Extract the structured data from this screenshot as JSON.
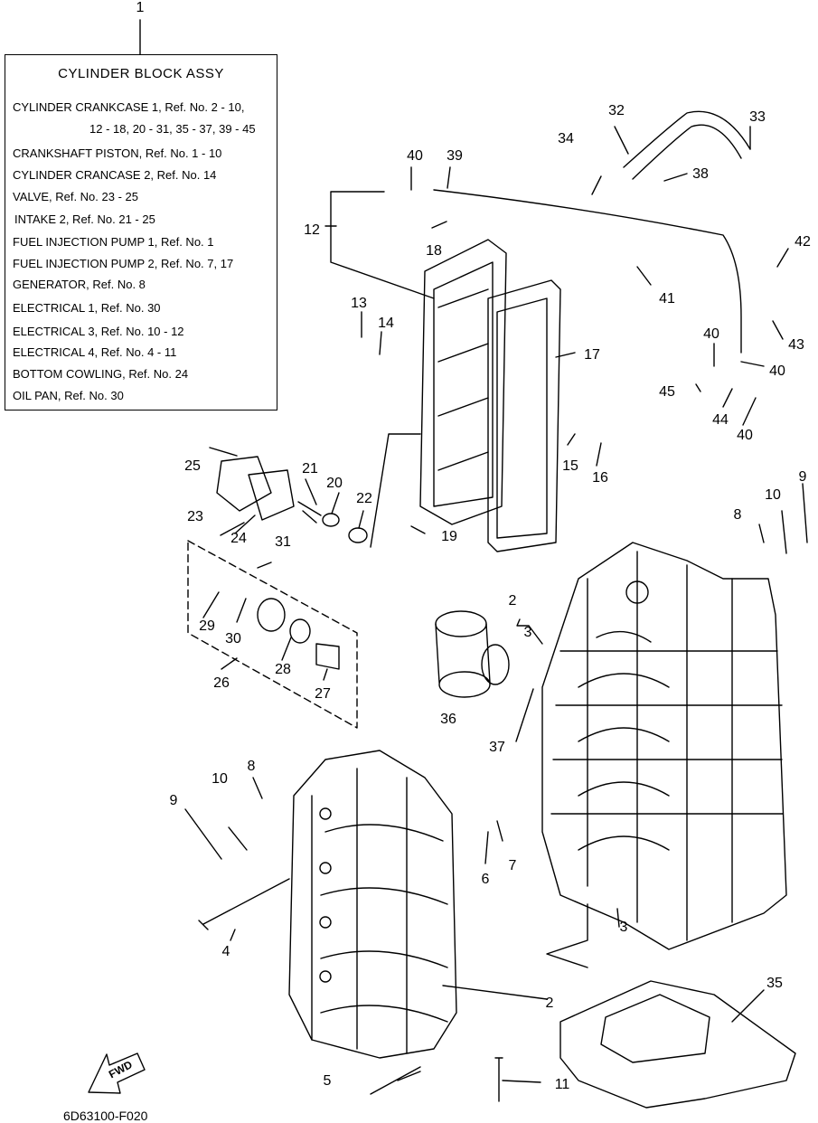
{
  "assembly_number": "1",
  "legend": {
    "title": "CYLINDER  BLOCK ASSY",
    "lines": [
      "CYLINDER CRANKCASE 1,  Ref. No. 2 - 10,",
      "12 - 18, 20 - 31, 35 - 37, 39 - 45",
      "CRANKSHAFT PISTON,   Ref. No. 1 - 10",
      "CYLINDER CRANCASE 2,   Ref. No. 14",
      "VALVE,   Ref. No. 23 - 25",
      "INTAKE 2,   Ref. No. 21 - 25",
      "FUEL INJECTION PUMP  1,   Ref. No. 1",
      "FUEL INJECTION PUMP  2,   Ref. No. 7, 17",
      "GENERATOR,   Ref. No. 8",
      "ELECTRICAL 1,   Ref. No. 30",
      "ELECTRICAL 3,   Ref. No. 10 - 12",
      "ELECTRICAL 4,   Ref. No. 4 - 11",
      "BOTTOM COWLING,   Ref. No. 24",
      "OIL PAN,   Ref. No. 30"
    ]
  },
  "callouts": [
    "2",
    "3",
    "2",
    "3",
    "4",
    "5",
    "6",
    "7",
    "8",
    "9",
    "10",
    "8",
    "9",
    "10",
    "11",
    "12",
    "13",
    "14",
    "15",
    "16",
    "17",
    "18",
    "19",
    "20",
    "21",
    "22",
    "23",
    "24",
    "25",
    "26",
    "27",
    "28",
    "29",
    "30",
    "31",
    "32",
    "33",
    "34",
    "35",
    "36",
    "37",
    "38",
    "39",
    "40",
    "40",
    "40",
    "40",
    "41",
    "42",
    "43",
    "44",
    "45"
  ],
  "fwd_label": "FWD",
  "diagram_code": "6D63100-F020"
}
